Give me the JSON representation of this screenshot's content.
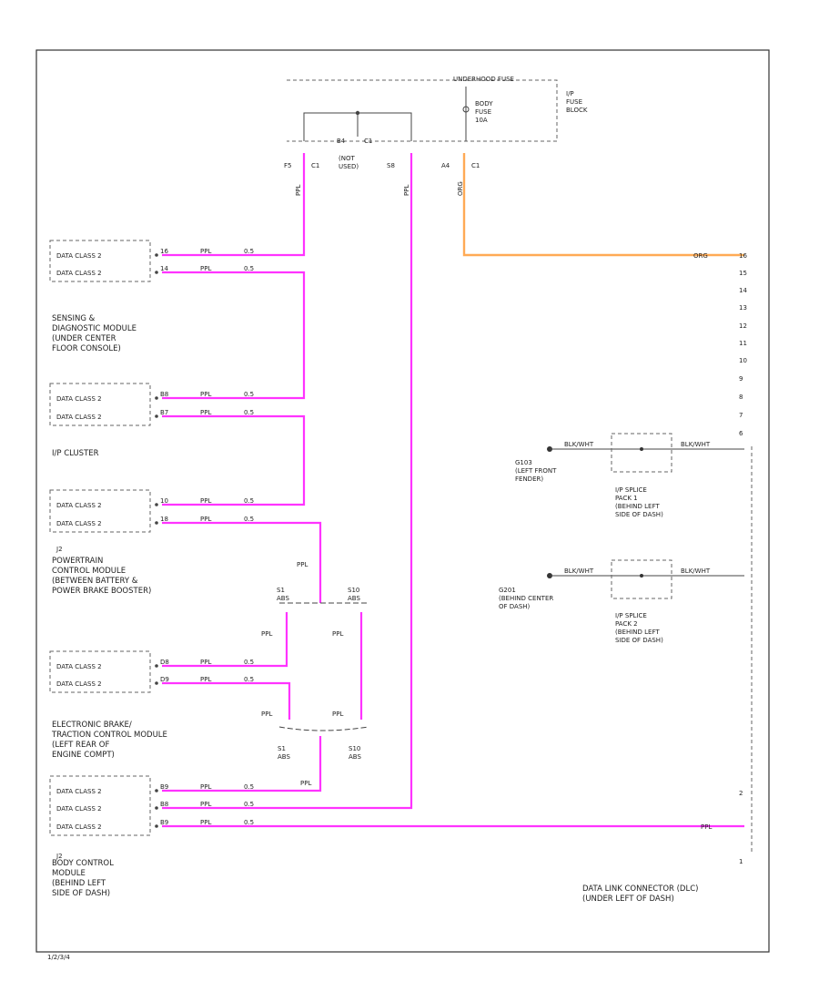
{
  "footer_code": "1/2/3/4",
  "fuse_block": {
    "header": "UNDERHOOD FUSE",
    "fuse_label": "BODY\nFUSE\n10A",
    "side_label": "I/P\nFUSE\nBLOCK",
    "pins": [
      "F5",
      "C1",
      "S8",
      "A4",
      "C1"
    ],
    "splice_pins": [
      "B4",
      "C1"
    ],
    "bus_label": "(NOT\nUSED)",
    "wire_codes": [
      "PPL",
      "PPL",
      "ORG"
    ]
  },
  "modules": [
    {
      "id": "sdm",
      "rows": [
        "DATA CLASS 2",
        "DATA CLASS 2"
      ],
      "pins": [
        "16",
        "14"
      ],
      "caption": "SENSING &\nDIAGNOSTIC MODULE\n(UNDER CENTER\nFLOOR CONSOLE)"
    },
    {
      "id": "cluster",
      "rows": [
        "DATA CLASS 2",
        "DATA CLASS 2"
      ],
      "pins": [
        "B8",
        "B7"
      ],
      "caption": "I/P CLUSTER"
    },
    {
      "id": "pcm",
      "rows": [
        "DATA CLASS 2",
        "DATA CLASS 2"
      ],
      "pins": [
        "10",
        "18"
      ],
      "connector": "J2",
      "caption": "POWERTRAIN\nCONTROL MODULE\n(BETWEEN BATTERY &\nPOWER BRAKE BOOSTER)"
    },
    {
      "id": "ebcm",
      "rows": [
        "DATA CLASS 2",
        "DATA CLASS 2"
      ],
      "pins": [
        "D8",
        "D9"
      ],
      "caption": "ELECTRONIC BRAKE/\nTRACTION CONTROL MODULE\n(LEFT REAR OF\nENGINE COMPT)"
    },
    {
      "id": "bcm",
      "rows": [
        "DATA CLASS 2",
        "DATA CLASS 2",
        "DATA CLASS 2"
      ],
      "pins": [
        "B9",
        "B8",
        "B9"
      ],
      "connector": "J2",
      "caption": "BODY CONTROL\nMODULE\n(BEHIND LEFT\nSIDE OF DASH)"
    }
  ],
  "wire_labels": {
    "color": "PPL",
    "gauge": "0.5"
  },
  "abs_connectors": {
    "top_left": "S1\nABS",
    "top_right": "S10\nABS",
    "bottom_left": "S1\nABS",
    "bottom_right": "S10\nABS"
  },
  "dlc": {
    "pins": [
      "16",
      "15",
      "14",
      "13",
      "12",
      "11",
      "10",
      "9",
      "8",
      "7",
      "6",
      "2",
      "1"
    ],
    "caption": "DATA LINK CONNECTOR (DLC)\n(UNDER LEFT OF DASH)",
    "wire_label": "PPL",
    "power_label": "ORG"
  },
  "grounds": [
    {
      "id": "g100",
      "label": "G103\n(LEFT FRONT\nFENDER)",
      "wire": "BLK/WHT",
      "pack": "I/P SPLICE\nPACK 1\n(BEHIND LEFT\nSIDE OF DASH)"
    },
    {
      "id": "g200",
      "label": "G201\n(BEHIND CENTER\nOF DASH)",
      "wire": "BLK/WHT",
      "pack": "I/P SPLICE\nPACK 2\n(BEHIND LEFT\nSIDE OF DASH)"
    }
  ],
  "colors": {
    "ppl": "#ff33ff",
    "org": "#ffaa55",
    "line": "#444444"
  }
}
